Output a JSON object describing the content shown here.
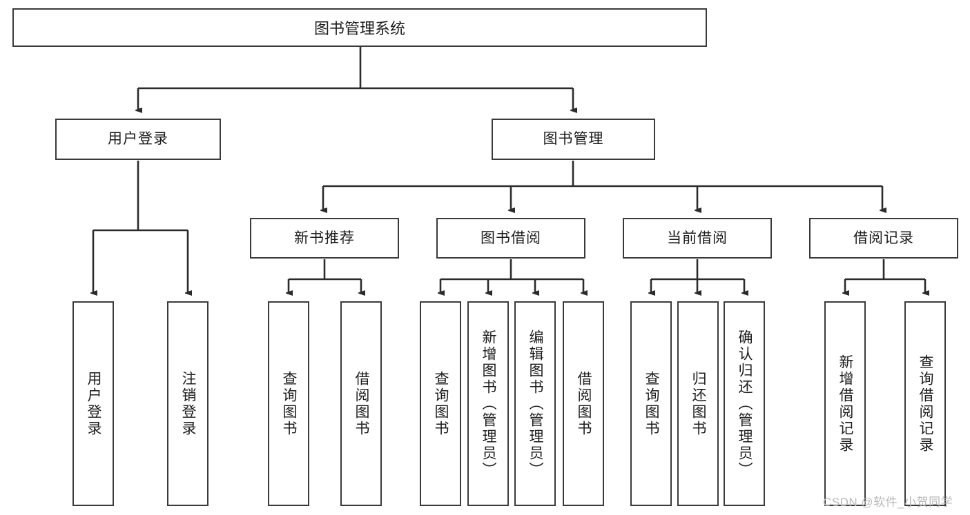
{
  "diagram": {
    "title": "图书管理系统",
    "watermark": "CSDN @软件_小贺同学",
    "colors": {
      "background": "#ffffff",
      "node_border": "#3a3a3a",
      "node_fill": "#ffffff",
      "edge": "#2b2b2b",
      "text": "#1c1c1c",
      "watermark": "#b9b9b9"
    },
    "root": {
      "id": "root",
      "label": "图书管理系统"
    },
    "level2": [
      {
        "id": "user-login",
        "label": "用户登录"
      },
      {
        "id": "book-manage",
        "label": "图书管理"
      }
    ],
    "level3": [
      {
        "id": "new-book-rec",
        "label": "新书推荐"
      },
      {
        "id": "book-borrow",
        "label": "图书借阅"
      },
      {
        "id": "current-borrow",
        "label": "当前借阅"
      },
      {
        "id": "borrow-record",
        "label": "借阅记录"
      }
    ],
    "leaves": {
      "user_login": [
        {
          "id": "leaf-user-login",
          "label": "用户登录"
        },
        {
          "id": "leaf-logout-login",
          "label": "注销登录"
        }
      ],
      "new_book_rec": [
        {
          "id": "leaf-query-book-1",
          "label": "查询图书"
        },
        {
          "id": "leaf-borrow-book-1",
          "label": "借阅图书"
        }
      ],
      "book_borrow": [
        {
          "id": "leaf-query-book-2",
          "label": "查询图书"
        },
        {
          "id": "leaf-add-book",
          "label": "新增图书（管理员）"
        },
        {
          "id": "leaf-edit-book",
          "label": "编辑图书（管理员）"
        },
        {
          "id": "leaf-borrow-book-2",
          "label": "借阅图书"
        }
      ],
      "current_borrow": [
        {
          "id": "leaf-query-book-3",
          "label": "查询图书"
        },
        {
          "id": "leaf-return-book",
          "label": "归还图书"
        },
        {
          "id": "leaf-confirm-return",
          "label": "确认归还（管理员）"
        }
      ],
      "borrow_record": [
        {
          "id": "leaf-add-record",
          "label": "新增借阅记录"
        },
        {
          "id": "leaf-query-record",
          "label": "查询借阅记录"
        }
      ]
    }
  }
}
